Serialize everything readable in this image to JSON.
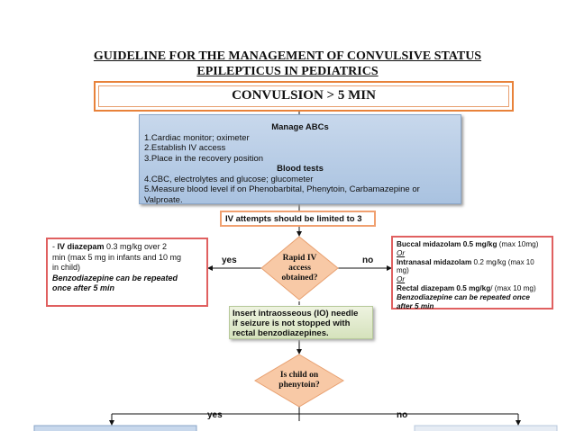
{
  "title": {
    "line1": "GUIDELINE FOR THE MANAGEMENT OF CONVULSIVE STATUS",
    "line2": "EPILEPTICUS IN PEDIATRICS"
  },
  "convulsion": "CONVULSION  >  5 MIN",
  "abc": {
    "heading": "Manage ABCs",
    "items": [
      "1.Cardiac monitor; oximeter",
      "2.Establish IV access",
      "3.Place in the recovery position"
    ],
    "blood_heading": "Blood tests",
    "blood_items": [
      "4.CBC, electrolytes and glucose; glucometer",
      "5.Measure blood level if on Phenobarbital, Phenytoin, Carbamazepine or",
      "Valproate."
    ]
  },
  "iv_attempts": "IV attempts should be limited to 3",
  "diamond1": {
    "line1": "Rapid IV",
    "line2": "access",
    "line3": "obtained?"
  },
  "yes_label": "yes",
  "no_label": "no",
  "left_box": {
    "dash": "- ",
    "drug": "IV diazepam",
    "dose": " 0.3 mg/kg over 2",
    "line2": "min (max 5 mg in infants and 10 mg",
    "line3": "in child)",
    "note1": "Benzodiazepine can be repeated",
    "note2": "once after 5 min"
  },
  "right_box": {
    "buccal": "Buccal midazolam 0.5 mg/kg",
    "buccal_max": " (max 10mg)",
    "or1": "Or",
    "intranasal": "Intranasal midazolam",
    "intranasal_dose": " 0.2 mg/kg ",
    "intranasal_max": "(max 10 mg)",
    "or2": "Or",
    "rectal": "Rectal diazepam 0.5 mg/kg",
    "rectal_max": "/ (max 10 mg)",
    "note1": "Benzodiazepine can be repeated once",
    "note2": "after 5 min"
  },
  "io_box": {
    "line1": "Insert intraosseous (IO) needle",
    "line2": "if seizure is not stopped with",
    "line3": "rectal benzodiazepines."
  },
  "diamond2": {
    "line1": "Is child on",
    "line2": "phenytoin?"
  },
  "yes_label2": "yes",
  "no_label2": "no",
  "colors": {
    "orange": "#e8823a",
    "red": "#e06060",
    "blue_box": "#b4cae4",
    "green_box": "#dfe8c8",
    "diamond": "#f8c9a6"
  }
}
